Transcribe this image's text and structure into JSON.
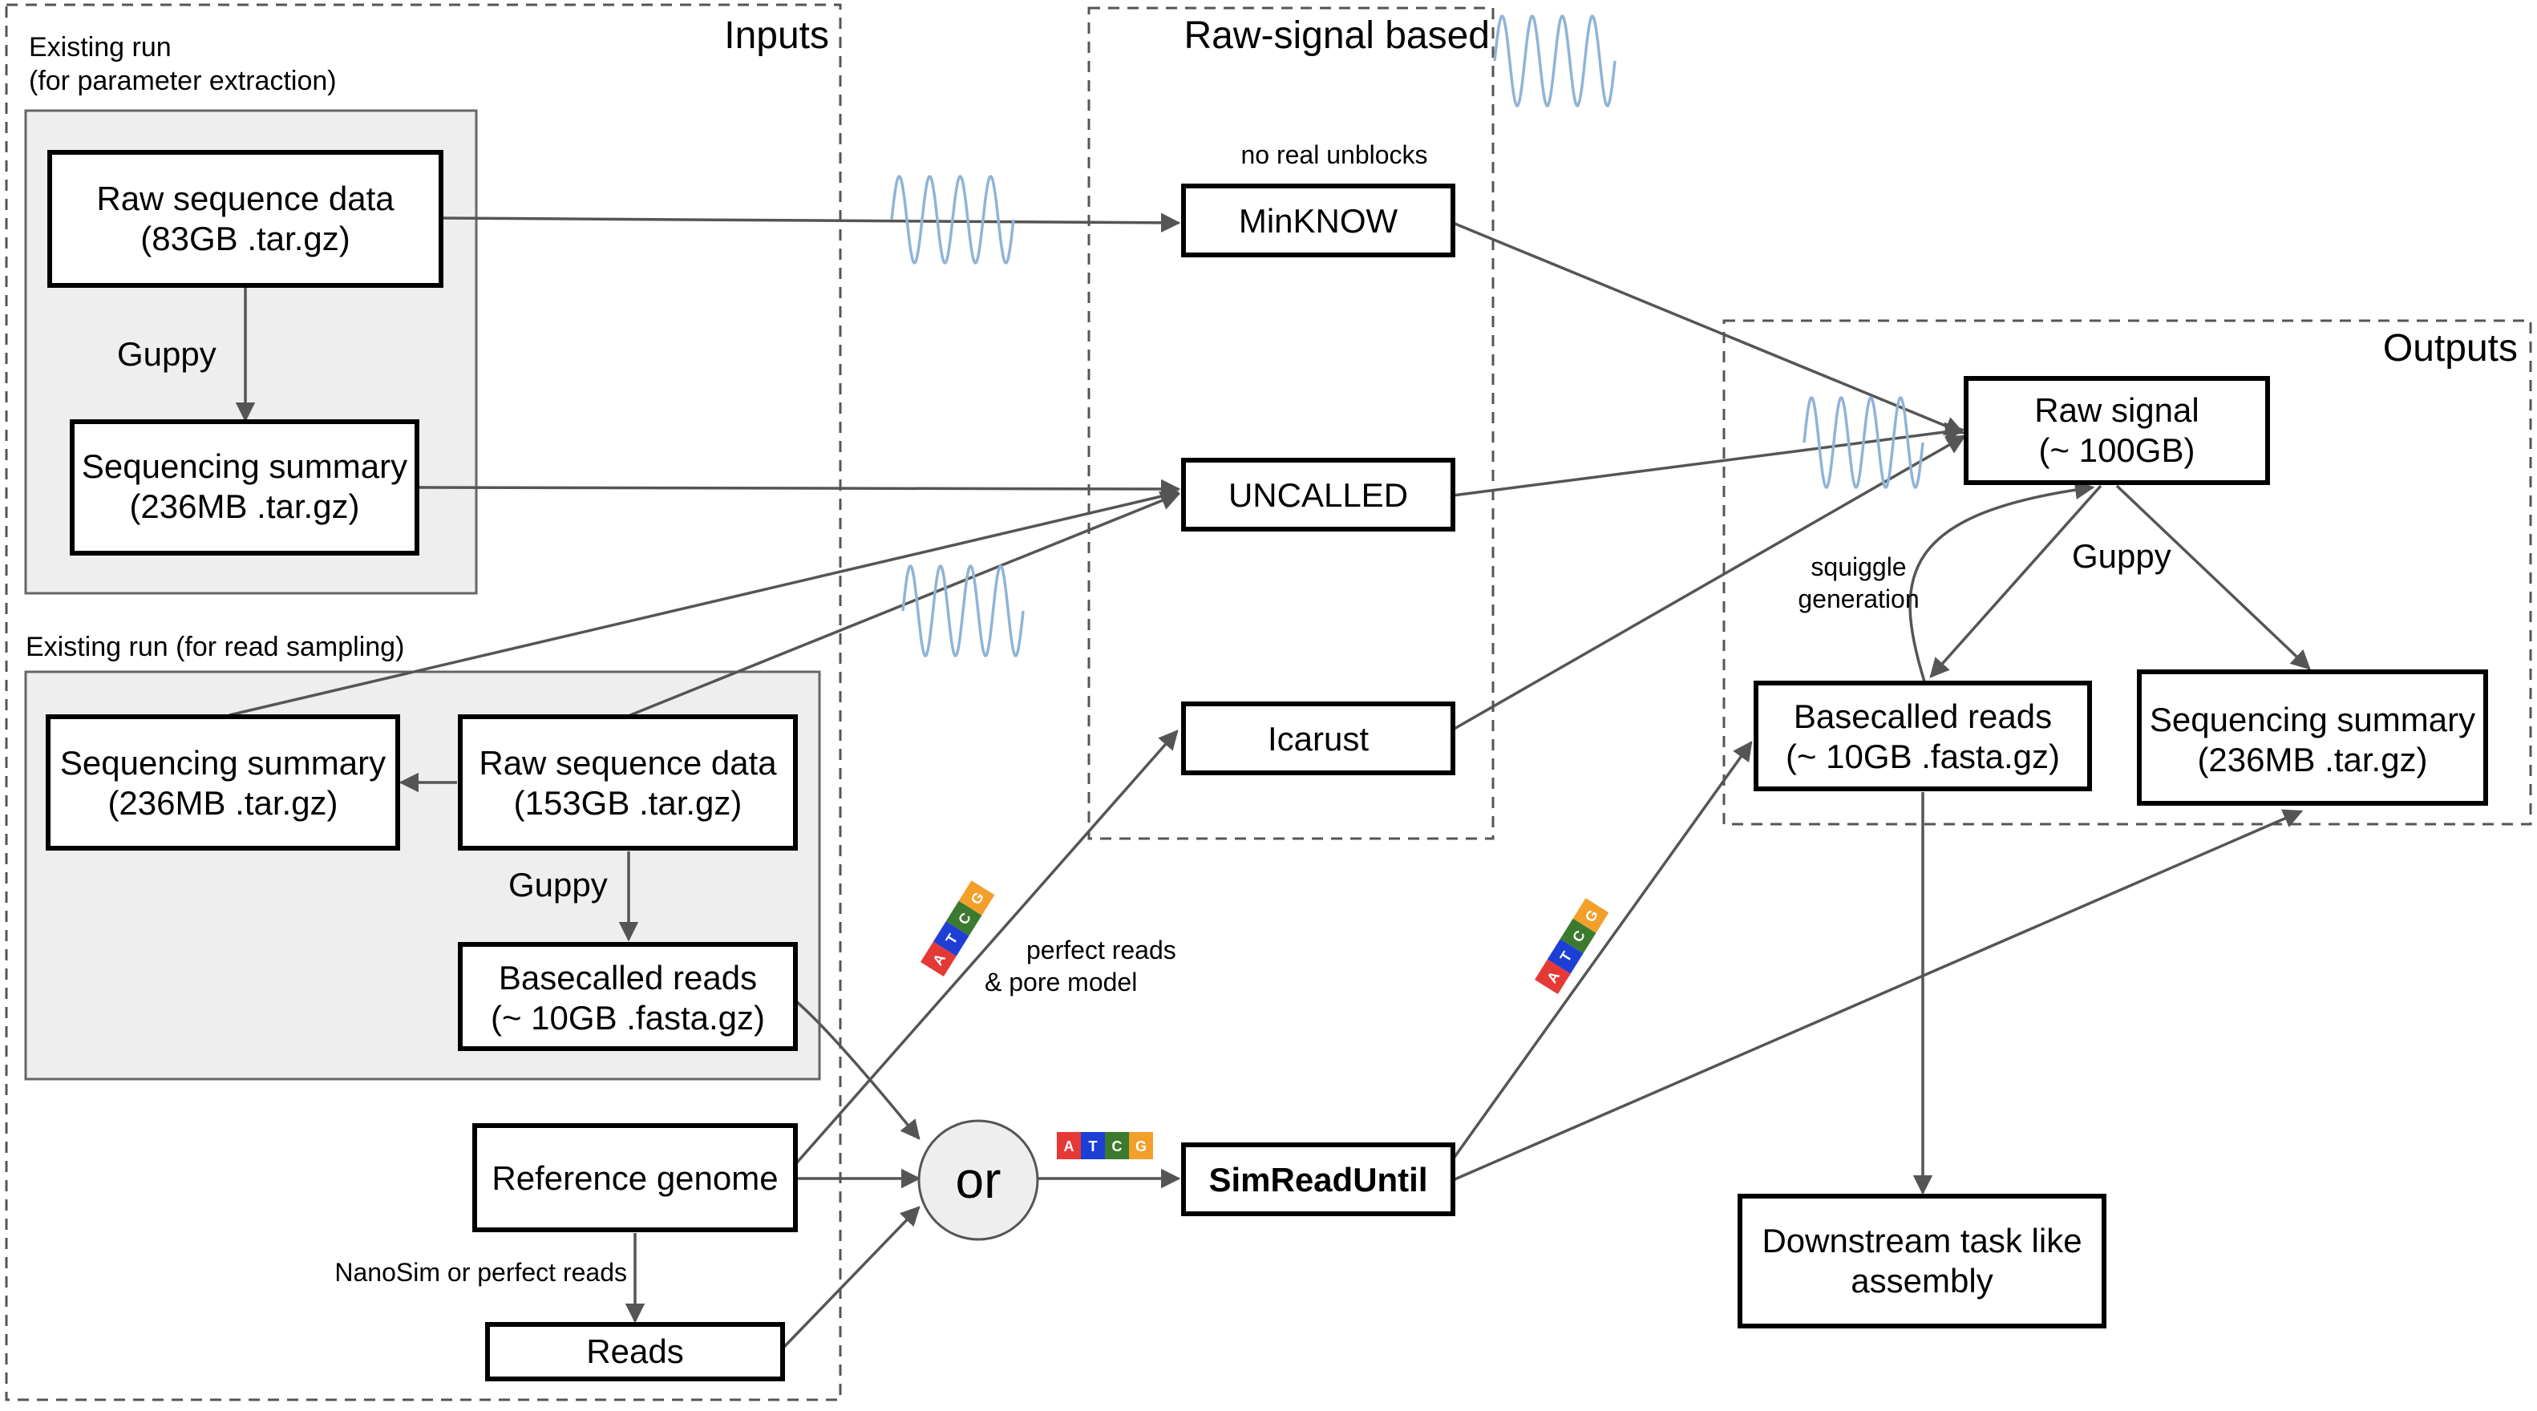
{
  "regions": {
    "inputs": "Inputs",
    "raw_signal_based": "Raw-signal based",
    "outputs": "Outputs"
  },
  "groups": {
    "param_run": {
      "line1": "Existing run",
      "line2": "(for parameter extraction)"
    },
    "sample_run": {
      "label": "Existing run (for read sampling)"
    }
  },
  "nodes": {
    "raw_seq_1": [
      "Raw sequence data",
      "(83GB .tar.gz)"
    ],
    "seq_summary_1": [
      "Sequencing summary",
      "(236MB .tar.gz)"
    ],
    "seq_summary_2": [
      "Sequencing summary",
      "(236MB .tar.gz)"
    ],
    "raw_seq_2": [
      "Raw sequence data",
      "(153GB .tar.gz)"
    ],
    "basecalled_in": [
      "Basecalled reads",
      "(~ 10GB .fasta.gz)"
    ],
    "reference": [
      "Reference genome"
    ],
    "reads": [
      "Reads"
    ],
    "or": [
      "or"
    ],
    "minknow": [
      "MinKNOW"
    ],
    "uncalled": [
      "UNCALLED"
    ],
    "icarust": [
      "Icarust"
    ],
    "simreaduntil": [
      "SimReadUntil"
    ],
    "raw_signal_out": [
      "Raw signal",
      "(~ 100GB)"
    ],
    "basecalled_out": [
      "Basecalled reads",
      "(~ 10GB .fasta.gz)"
    ],
    "seq_summary_out": [
      "Sequencing summary",
      "(236MB .tar.gz)"
    ],
    "downstream": [
      "Downstream task like",
      "assembly"
    ]
  },
  "edge_labels": {
    "guppy_1": "Guppy",
    "guppy_2": "Guppy",
    "guppy_3": "Guppy",
    "no_unblocks": "no real unblocks",
    "nanosim": "NanoSim or perfect reads",
    "perfect_reads": [
      "perfect reads",
      "& pore model"
    ],
    "squiggle": [
      "squiggle",
      "generation"
    ]
  },
  "nucleotides": [
    "A",
    "T",
    "C",
    "G"
  ],
  "colors": {
    "A": "#e53935",
    "T": "#1e3fd6",
    "C": "#3c7a2f",
    "G": "#f2a02a",
    "wave": "#8fb4d6",
    "group_fill": "#eeeeee"
  },
  "icons": [
    "signal-wave-icon",
    "atcg-nucleotide-icon"
  ]
}
